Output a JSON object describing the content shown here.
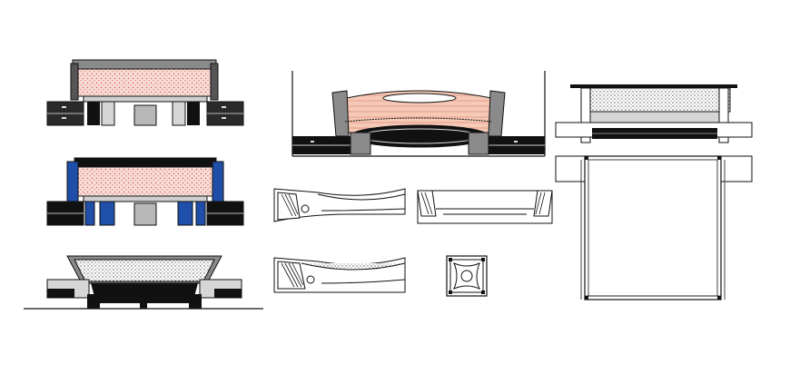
{
  "drawing": {
    "background": "#ffffff",
    "colors": {
      "line": "#1a1a1a",
      "frame_dark": "#111111",
      "frame_gray": "#8a8a8a",
      "panel_gray": "#b8b8b8",
      "light_gray": "#d6d6d6",
      "mattress_pink": "#f3c7bd",
      "mattress_dots": "#d9534f",
      "accent_blue": "#1f4fa8",
      "dot_fill": "#555555"
    },
    "views": [
      "bed-elevation-front",
      "bed-elevation-blue",
      "bed-section-base",
      "bed-elevation-large",
      "headboard-side-profile-a",
      "bed-side-profile",
      "headboard-side-profile-b",
      "bed-leg-detail",
      "bed-elevation-right",
      "bed-plan-view"
    ]
  }
}
